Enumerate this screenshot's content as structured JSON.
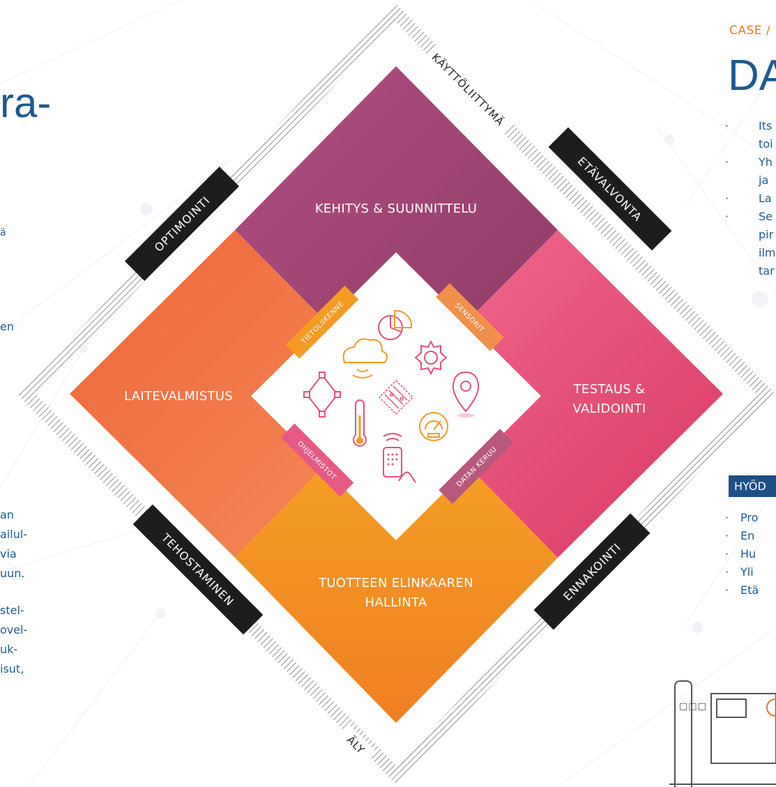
{
  "diagram": {
    "quadrants": {
      "top": "KEHITYS & SUUNNITTELU",
      "left": "LAITEVALMISTUS",
      "right_line1": "TESTAUS &",
      "right_line2": "VALIDOINTI",
      "bottom_line1": "TUOTTEEN ELINKAAREN",
      "bottom_line2": "HALLINTA"
    },
    "outer_labels": {
      "top": "KÄYTTÖLIITTYMÄ",
      "bottom": "ÄLY"
    },
    "bars": {
      "top_left": "OPTIMOINTI",
      "top_right": "ETÄVALVONTA",
      "bottom_left": "TEHOSTAMINEN",
      "bottom_right": "ENNAKOINTI"
    },
    "chips": {
      "top_left": "TIETOLIIKENNE",
      "top_right": "SENSORIT",
      "bottom_left": "OHJELMISTOT",
      "bottom_right": "DATAN KERUU"
    },
    "icons": [
      "pie-chart-icon",
      "cloud-icon",
      "gear-icon",
      "location-pin-icon",
      "polygon-icon",
      "circuit-board-icon",
      "thermometer-icon",
      "speedometer-icon",
      "remote-control-icon"
    ]
  },
  "left_fragments": {
    "title": "ra-",
    "small_glyph": "ä",
    "lines1": [
      "en"
    ],
    "lines2": [
      "an",
      "ailul-",
      "via",
      "uun."
    ],
    "lines3": [
      "stel-",
      "ovel-",
      "uk-",
      "isut,"
    ]
  },
  "right_fragments": {
    "case": "CASE /",
    "title": "DA",
    "bullets": [
      [
        "Its",
        "toi"
      ],
      [
        "Yh",
        "ja"
      ],
      [
        "La"
      ],
      [
        "Se",
        "pir",
        "ilm",
        "tar"
      ]
    ],
    "hyodyt": "HYÖD",
    "benefits": [
      "Pro",
      "En",
      "Hu",
      "Yli",
      "Etä"
    ],
    "factory_windows": "□□□"
  },
  "colors": {
    "top": "#b7527f",
    "left": "#ef6d3a",
    "right": "#ee5378",
    "bottom": "#f59a23",
    "bar": "#1d1d1d",
    "chip_pink": "#e85a86",
    "chip_orange": "#f1904a",
    "chip_mauve": "#b8587c",
    "icon": "#e84f7a"
  }
}
